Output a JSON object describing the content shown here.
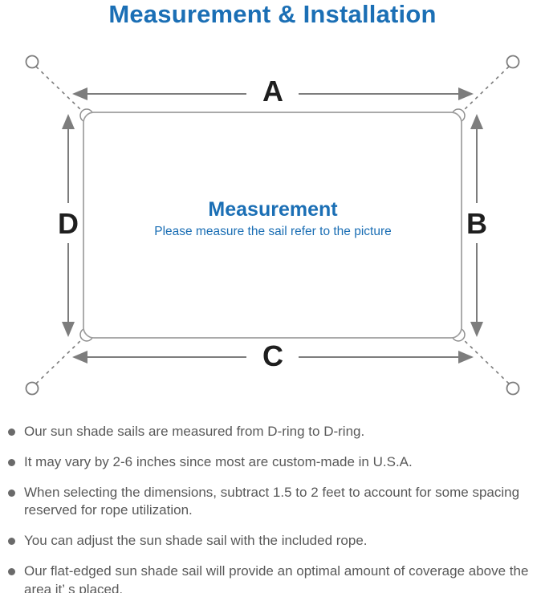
{
  "title": "Measurement & Installation",
  "diagram": {
    "labels": {
      "top": "A",
      "right": "B",
      "bottom": "C",
      "left": "D"
    },
    "center": {
      "heading": "Measurement",
      "subheading": "Please measure the sail refer to the picture"
    },
    "colors": {
      "accent_blue": "#1b6fb5",
      "line_gray": "#7d7d7d",
      "sail_outline_gray": "#9e9e9e",
      "note_text_gray": "#595959",
      "label_black": "#1f1f1f"
    }
  },
  "notes": [
    "Our sun shade sails are measured from D-ring to D-ring.",
    "It may vary by 2-6 inches since most are custom-made in U.S.A.",
    "When selecting the dimensions, subtract 1.5 to 2 feet to account for some spacing reserved for rope utilization.",
    "You can adjust the sun shade sail with the included rope.",
    "Our flat-edged sun shade sail will provide an optimal amount of coverage above the area it’ s placed."
  ]
}
